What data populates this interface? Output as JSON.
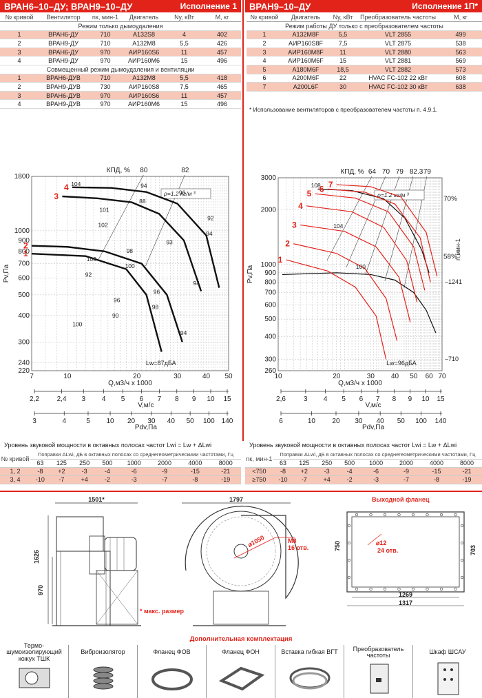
{
  "left": {
    "title": "ВРАН6–10–ДУ; ВРАН9–10–ДУ",
    "version": "Исполнение 1",
    "headers": [
      "№ кривой",
      "Вентилятор",
      "nк, мин-1",
      "Двигатель",
      "Nу, кВт",
      "М, кг"
    ],
    "section1": "Режим только дымоудаления",
    "rows1": [
      [
        "1",
        "ВРАН6-ДУ",
        "710",
        "А132S8",
        "4",
        "402"
      ],
      [
        "2",
        "ВРАН9-ДУ",
        "710",
        "А132М8",
        "5,5",
        "426"
      ],
      [
        "3",
        "ВРАН6-ДУ",
        "970",
        "АИР160S6",
        "11",
        "457"
      ],
      [
        "4",
        "ВРАН9-ДУ",
        "970",
        "АИР160М6",
        "15",
        "496"
      ]
    ],
    "section2": "Совмещенный режим дымоудаления и вентиляции",
    "rows2": [
      [
        "1",
        "ВРАН6-ДУВ",
        "710",
        "А132М8",
        "5,5",
        "418"
      ],
      [
        "2",
        "ВРАН9-ДУВ",
        "730",
        "АИР160S8",
        "7,5",
        "465"
      ],
      [
        "3",
        "ВРАН6-ДУВ",
        "970",
        "АИР160S6",
        "11",
        "457"
      ],
      [
        "4",
        "ВРАН9-ДУВ",
        "970",
        "АИР160М6",
        "15",
        "496"
      ]
    ]
  },
  "right": {
    "title": "ВРАН9–10–ДУ",
    "version": "Исполнение 1П*",
    "headers": [
      "№ кривой",
      "Двигатель",
      "Nу, кВт",
      "Преобразователь частоты",
      "М, кг"
    ],
    "section1": "Режим работы ДУ только с преобразователем частоты",
    "rows": [
      [
        "1",
        "А132М8F",
        "5,5",
        "VLT 2855",
        "499"
      ],
      [
        "2",
        "АИР160S8F",
        "7,5",
        "VLT 2875",
        "538"
      ],
      [
        "3",
        "АИР160М8F",
        "11",
        "VLT 2880",
        "563"
      ],
      [
        "4",
        "АИР160М6F",
        "15",
        "VLT 2881",
        "569"
      ],
      [
        "5",
        "А180М6F",
        "18,5",
        "VLT 2882",
        "573"
      ],
      [
        "6",
        "А200М6F",
        "22",
        "HVAC FC-102 22 кВт",
        "608"
      ],
      [
        "7",
        "А200L6F",
        "30",
        "HVAC FC-102 30 кВт",
        "638"
      ]
    ],
    "note": "* Использование вентиляторов с преобразователем частоты п. 4.9.1."
  },
  "chart_data": [
    {
      "type": "line",
      "xscale": "log",
      "yscale": "log",
      "xlabel": "Q,м3/ч х 1000",
      "ylabel": "Pv,Па",
      "xlim": [
        7,
        50
      ],
      "ylim": [
        220,
        1800
      ],
      "xticks": [
        "7",
        "10",
        "20",
        "30",
        "40",
        "50"
      ],
      "yticks": [
        "1800",
        "1000",
        "900",
        "800",
        "700",
        "600",
        "500",
        "400",
        "300",
        "240",
        "220"
      ],
      "eff_label": "КПД, %",
      "eff_tops": [
        "80",
        "82"
      ],
      "rho": "ρ=1.2 кг/м ³",
      "noise": "Lw=87дБА",
      "series": [
        {
          "name": "1",
          "x": [
            7,
            12,
            18,
            22,
            25.6
          ],
          "y": [
            780,
            760,
            660,
            500,
            270
          ]
        },
        {
          "name": "2",
          "x": [
            7,
            10,
            14.5,
            21,
            27,
            31.5
          ],
          "y": [
            850,
            840,
            800,
            700,
            500,
            300
          ]
        },
        {
          "name": "3",
          "x": [
            9.5,
            13.5,
            19,
            25,
            32,
            38
          ],
          "y": [
            1450,
            1420,
            1360,
            1200,
            900,
            520
          ]
        },
        {
          "name": "4",
          "x": [
            10.5,
            15.5,
            22,
            30,
            40,
            45.5
          ],
          "y": [
            1600,
            1590,
            1520,
            1340,
            950,
            540
          ]
        }
      ],
      "labels": [
        "104",
        "102",
        "100",
        "98",
        "96",
        "94",
        "92",
        "90",
        "88",
        "93",
        "94",
        "100",
        "101",
        "98",
        "96",
        "94",
        "92",
        "100",
        "96",
        "94"
      ],
      "axis2": {
        "label": "V,м/с",
        "ticks": [
          "2,2",
          "2,4",
          "3",
          "4",
          "5",
          "6",
          "7",
          "8",
          "9",
          "10",
          "15"
        ]
      },
      "axis3": {
        "label": "Pdv,Па",
        "ticks": [
          "3",
          "4",
          "5",
          "10",
          "20",
          "30",
          "40",
          "50",
          "100",
          "140"
        ]
      }
    },
    {
      "type": "line",
      "xscale": "log",
      "yscale": "log",
      "xlabel": "Q,м3/ч х 1000",
      "ylabel": "Pv,Па",
      "xlim": [
        10,
        70
      ],
      "ylim": [
        260,
        3000
      ],
      "xticks": [
        "10",
        "20",
        "30",
        "40",
        "50",
        "60",
        "70"
      ],
      "yticks": [
        "3000",
        "2000",
        "1000",
        "900",
        "800",
        "700",
        "600",
        "500",
        "400",
        "300",
        "260"
      ],
      "eff_label": "КПД, %",
      "eff_tops": [
        "64",
        "70",
        "79",
        "82.3",
        "79"
      ],
      "rho": "ρ=1.2 кг/м ³",
      "noise": "Lw=96дБА",
      "right_axis": {
        "label": "n,мин-1",
        "ticks": [
          "1241",
          "710"
        ]
      },
      "pct": [
        "70%",
        "58%"
      ],
      "series": [
        {
          "name": "1",
          "x": [
            11,
            18,
            25,
            32,
            36
          ],
          "y": [
            1060,
            920,
            750,
            520,
            300
          ]
        },
        {
          "name": "2",
          "x": [
            12,
            20,
            28,
            36,
            41
          ],
          "y": [
            1300,
            1150,
            950,
            650,
            380
          ]
        },
        {
          "name": "3",
          "x": [
            13,
            22,
            32,
            42,
            48
          ],
          "y": [
            1650,
            1520,
            1250,
            850,
            480
          ]
        },
        {
          "name": "4",
          "x": [
            14,
            24,
            35,
            46,
            52
          ],
          "y": [
            2100,
            1950,
            1600,
            1050,
            620
          ]
        },
        {
          "name": "5",
          "x": [
            15.5,
            25,
            37,
            50,
            57
          ],
          "y": [
            2450,
            2320,
            1950,
            1250,
            720
          ]
        },
        {
          "name": "6",
          "x": [
            18,
            28,
            40,
            54,
            61
          ],
          "y": [
            2600,
            2500,
            2150,
            1400,
            800
          ]
        },
        {
          "name": "7",
          "x": [
            20,
            30,
            43,
            58,
            66
          ],
          "y": [
            2750,
            2680,
            2350,
            1500,
            860
          ]
        }
      ],
      "black_curves": [
        {
          "x": [
            10.5,
            20,
            30,
            40,
            50,
            58,
            65
          ],
          "y": [
            880,
            900,
            880,
            820,
            700,
            560,
            420
          ]
        },
        {
          "x": [
            16,
            24,
            35,
            45,
            55,
            60
          ],
          "y": [
            2600,
            2550,
            2300,
            1800,
            1200,
            900
          ]
        }
      ],
      "labels": [
        "108",
        "104",
        "100"
      ],
      "axis2": {
        "label": "V,м/с",
        "ticks": [
          "2,6",
          "3",
          "4",
          "5",
          "6",
          "7",
          "8",
          "9",
          "10",
          "15"
        ]
      },
      "axis3": {
        "label": "Pdv,Па",
        "ticks": [
          "6",
          "10",
          "20",
          "30",
          "40",
          "50",
          "100",
          "140"
        ]
      }
    }
  ],
  "sound_left": {
    "title": "Уровень звуковой мощности в октавных полосах частот Lwi = Lw + ΔLwi",
    "sub": "Поправки ΔLwi, дБ в октавных полосах со среднегеометрическими частотами, Гц",
    "col0": "№ кривой",
    "freqs": [
      "63",
      "125",
      "250",
      "500",
      "1000",
      "2000",
      "4000",
      "8000"
    ],
    "rows": [
      {
        "k": "1, 2",
        "v": [
          "-8",
          "+2",
          "-3",
          "-4",
          "-6",
          "-9",
          "-15",
          "-21"
        ]
      },
      {
        "k": "3, 4",
        "v": [
          "-10",
          "-7",
          "+4",
          "-2",
          "-3",
          "-7",
          "-8",
          "-19"
        ]
      }
    ]
  },
  "sound_right": {
    "title": "Уровень звуковой мощности в октавных полосах частот Lwi = Lw + ΔLwi",
    "sub": "Поправки ΔLwi, дБ в октавных полосах со среднегеометрическими частотами, Гц",
    "col0": "nк, мин-1",
    "freqs": [
      "63",
      "125",
      "250",
      "500",
      "1000",
      "2000",
      "4000",
      "8000"
    ],
    "rows": [
      {
        "k": "<750",
        "v": [
          "-8",
          "+2",
          "-3",
          "-4",
          "-6",
          "-9",
          "-15",
          "-21"
        ]
      },
      {
        "k": "≥750",
        "v": [
          "-10",
          "-7",
          "+4",
          "-2",
          "-3",
          "-7",
          "-8",
          "-19"
        ]
      }
    ]
  },
  "drawing": {
    "dim_1501": "1501*",
    "dim_1626": "1626",
    "dim_970": "970",
    "dim_1797": "1797",
    "bolt": "M8",
    "holes16": "16 отв.",
    "diam1050": "⌀1050",
    "max_note": "* макс. размер",
    "flange_title": "Выходной фланец",
    "diam12": "⌀12",
    "holes24": "24 отв.",
    "dim_750": "750",
    "dim_703": "703",
    "dim_1269": "1269",
    "dim_1317": "1317"
  },
  "accessories": {
    "title": "Дополнительная комплектация",
    "items": [
      "Термо-шумоизолирующий кожух ТШК",
      "Виброизолятор",
      "Фланец ФОВ",
      "Фланец ФОН",
      "Вставка гибкая ВГТ",
      "Преобразователь частоты",
      "Шкаф ШСАУ"
    ]
  },
  "colors": {
    "accent": "#e2231a",
    "highlight": "#f7c7b8"
  }
}
